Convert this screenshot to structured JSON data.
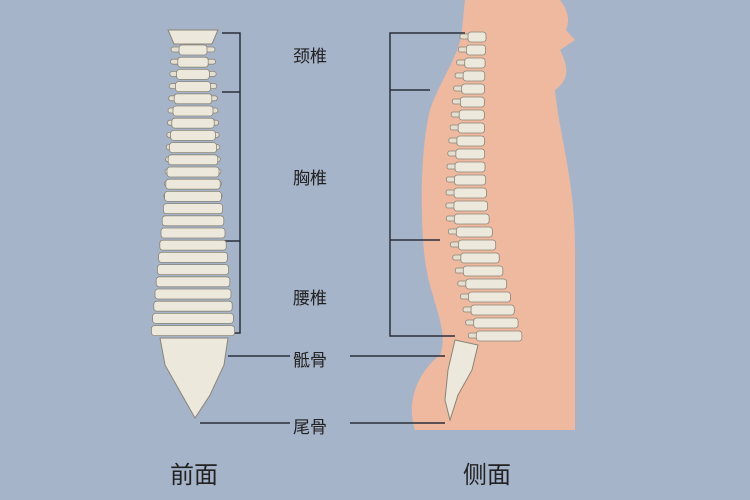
{
  "labels": {
    "cervical": "颈椎",
    "thoracic": "胸椎",
    "lumbar": "腰椎",
    "sacrum": "骶骨",
    "coccyx": "尾骨"
  },
  "captions": {
    "front": "前面",
    "side": "侧面"
  },
  "colors": {
    "background": "#a6b4c9",
    "body": "#efb9a0",
    "bone": "#ece8dc",
    "line": "#2a2f3a"
  }
}
